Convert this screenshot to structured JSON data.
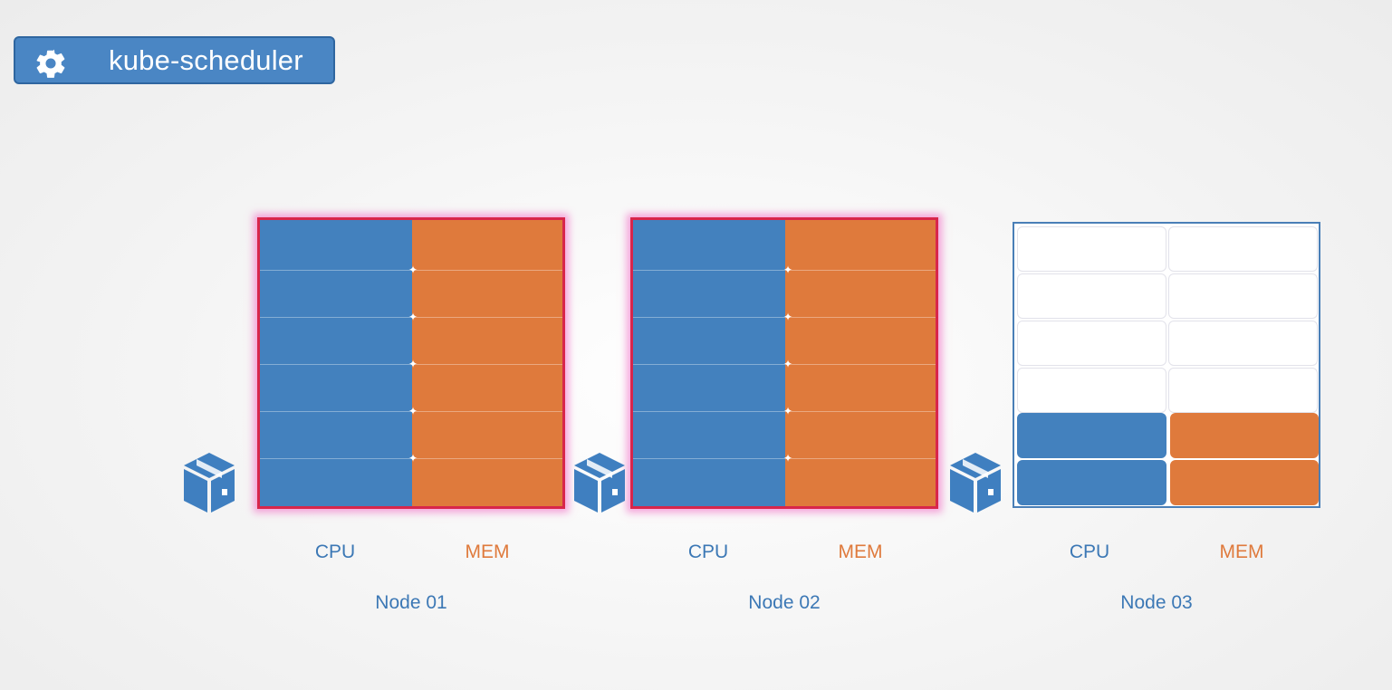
{
  "scheduler": {
    "label": "kube-scheduler",
    "icon": "gear-icon"
  },
  "colors": {
    "cpu": "#4381be",
    "mem": "#df7a3c",
    "highlight": "#d8264b",
    "badge": "#4a86c4"
  },
  "nodes": [
    {
      "name": "Node 01",
      "cpu_label": "CPU",
      "mem_label": "MEM",
      "status": "full"
    },
    {
      "name": "Node 02",
      "cpu_label": "CPU",
      "mem_label": "MEM",
      "status": "full"
    },
    {
      "name": "Node 03",
      "cpu_label": "CPU",
      "mem_label": "MEM",
      "status": "partial"
    }
  ],
  "pods": [
    {
      "icon": "pod-box-icon"
    },
    {
      "icon": "pod-box-icon"
    },
    {
      "icon": "pod-box-icon"
    }
  ]
}
